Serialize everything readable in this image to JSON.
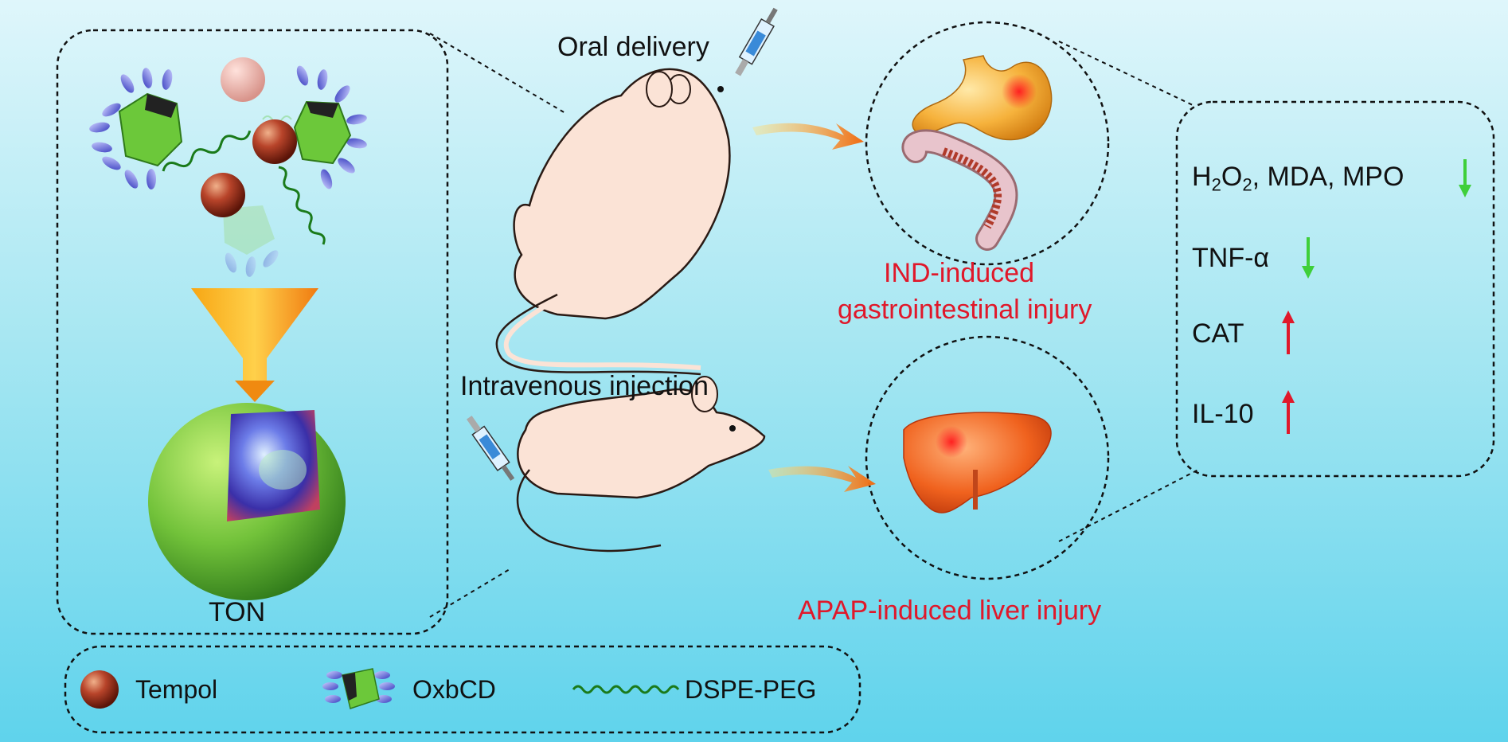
{
  "labels": {
    "oral_delivery": "Oral delivery",
    "intravenous_injection": "Intravenous injection",
    "ton": "TON",
    "ind_line1": "IND-induced",
    "ind_line2": "gastrointestinal injury",
    "apap": "APAP-induced liver injury"
  },
  "biomarkers": {
    "h2o2": {
      "h": "H",
      "sub1": "2",
      "o": "O",
      "sub2": "2",
      "rest": ", MDA, MPO",
      "direction": "down"
    },
    "tnf": {
      "text": "TNF-α",
      "direction": "down"
    },
    "cat": {
      "text": "CAT",
      "direction": "up"
    },
    "il10": {
      "text": "IL-10",
      "direction": "up"
    }
  },
  "legend": {
    "tempol": "Tempol",
    "oxbcd": "OxbCD",
    "dspe_peg": "DSPE-PEG"
  },
  "colors": {
    "text_red": "#e0182a",
    "arrow_down_green": "#3fcf3a",
    "arrow_up_red": "#e0182a",
    "particle_green": "#6cc83a",
    "tempol_brown": "#9b2e1c"
  }
}
